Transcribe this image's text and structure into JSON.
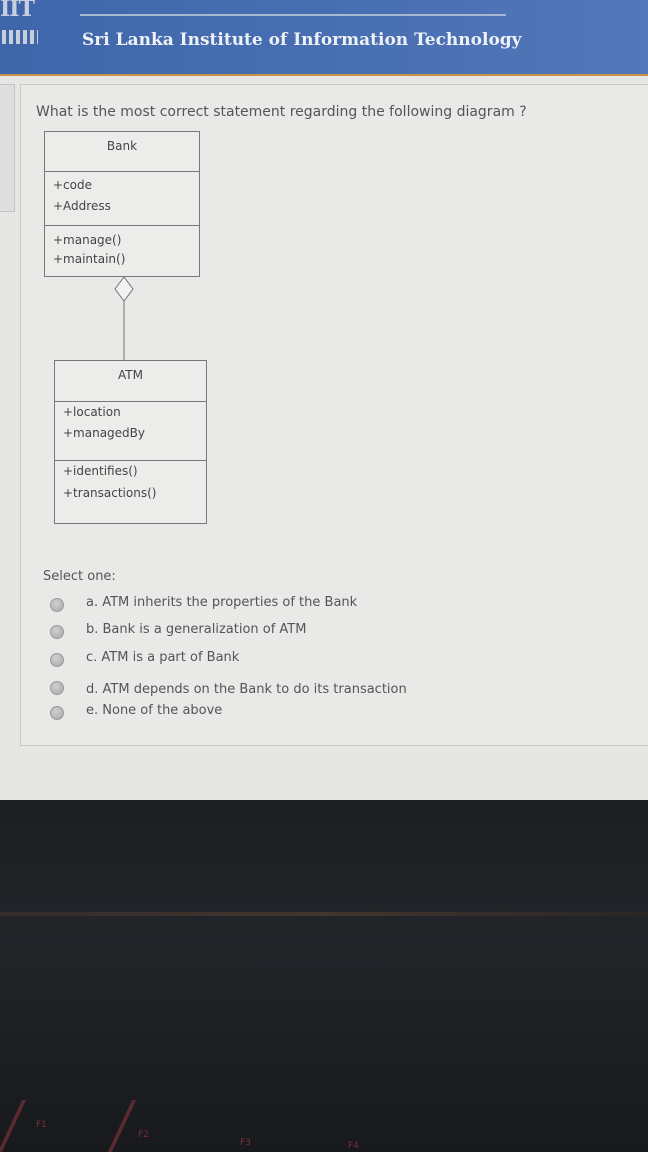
{
  "header": {
    "logo_text": "IIT",
    "institute_name": "Sri Lanka Institute of Information Technology"
  },
  "question": {
    "text": "What is the most correct statement regarding the following diagram ?"
  },
  "diagram": {
    "bank": {
      "name": "Bank",
      "attributes": [
        "+code",
        "+Address"
      ],
      "methods": [
        "+manage()",
        "+maintain()"
      ]
    },
    "atm": {
      "name": "ATM",
      "attributes": [
        "+location",
        "+managedBy"
      ],
      "methods": [
        "+identifies()",
        "+transactions()"
      ]
    },
    "relationship": "aggregation"
  },
  "answers": {
    "prompt": "Select one:",
    "options": [
      {
        "label": "a. ATM inherits the properties of the Bank",
        "selected": false
      },
      {
        "label": "b. Bank is a generalization of ATM",
        "selected": false
      },
      {
        "label": "c. ATM is a part of Bank",
        "selected": false
      },
      {
        "label": "d. ATM depends on the Bank to do its transaction",
        "selected": false
      },
      {
        "label": "e. None of the above",
        "selected": false
      }
    ]
  },
  "keyboard": {
    "keys": [
      "F1",
      "F2",
      "F3",
      "F4"
    ]
  },
  "colors": {
    "header_blue": "#4a70b4",
    "header_accent": "#c89348",
    "page_bg": "#e6e6e4"
  }
}
